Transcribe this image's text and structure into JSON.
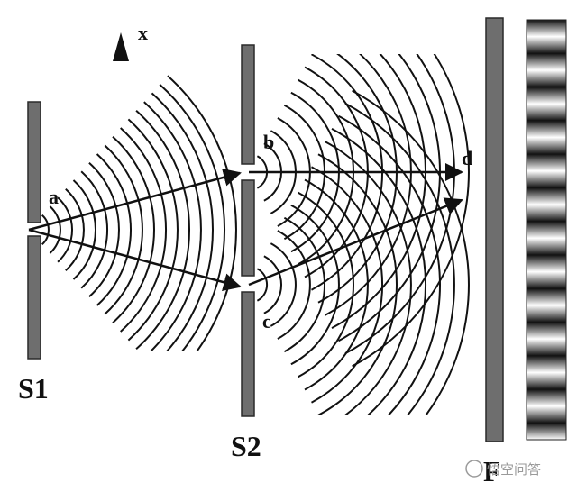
{
  "labels": {
    "x_axis": "x",
    "slit_a": "a",
    "slit_b": "b",
    "slit_c": "c",
    "point_d": "d",
    "barrier_s1": "S1",
    "barrier_s2": "S2",
    "screen_f": "F"
  },
  "watermark": {
    "text": "悟空问答"
  },
  "colors": {
    "barrier": "#6e6e6e",
    "barrier_edge": "#2a2a2a",
    "wave": "#111111",
    "arrow": "#111111"
  }
}
